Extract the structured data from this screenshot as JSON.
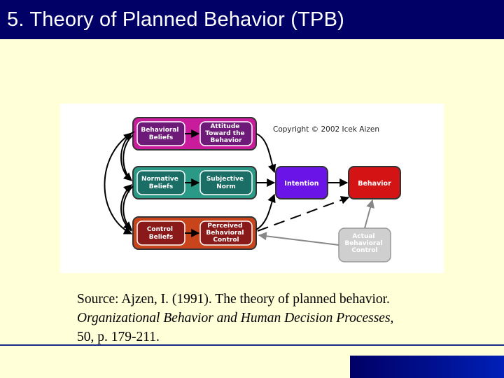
{
  "slide": {
    "title": "5. Theory of Planned Behavior (TPB)"
  },
  "diagram": {
    "copyright": "Copyright © 2002 Icek Aizen",
    "nodes": {
      "behavioral_beliefs": [
        "Behavioral",
        "Beliefs"
      ],
      "attitude": [
        "Attitude",
        "Toward the",
        "Behavior"
      ],
      "normative_beliefs": [
        "Normative",
        "Beliefs"
      ],
      "subjective_norm": [
        "Subjective",
        "Norm"
      ],
      "control_beliefs": [
        "Control",
        "Beliefs"
      ],
      "perceived_control": [
        "Perceived",
        "Behavioral",
        "Control"
      ],
      "intention": [
        "Intention"
      ],
      "behavior": [
        "Behavior"
      ],
      "actual_control": [
        "Actual",
        "Behavioral",
        "Control"
      ]
    },
    "colors": {
      "attitude_group": "#c81c9c",
      "attitude_inner": "#6e1a78",
      "norm_group": "#2a9a86",
      "norm_inner": "#1b6e65",
      "control_group": "#c8441a",
      "control_inner": "#8a1a1a",
      "intention": "#6a14e8",
      "behavior": "#d41414",
      "actual_control": "#cfcfcf"
    }
  },
  "source": {
    "prefix": "Source: Ajzen, I. (1991). The theory of planned behavior.",
    "journal": "Organizational Behavior and Human Decision Processes,",
    "suffix": "50, p. 179-211."
  }
}
